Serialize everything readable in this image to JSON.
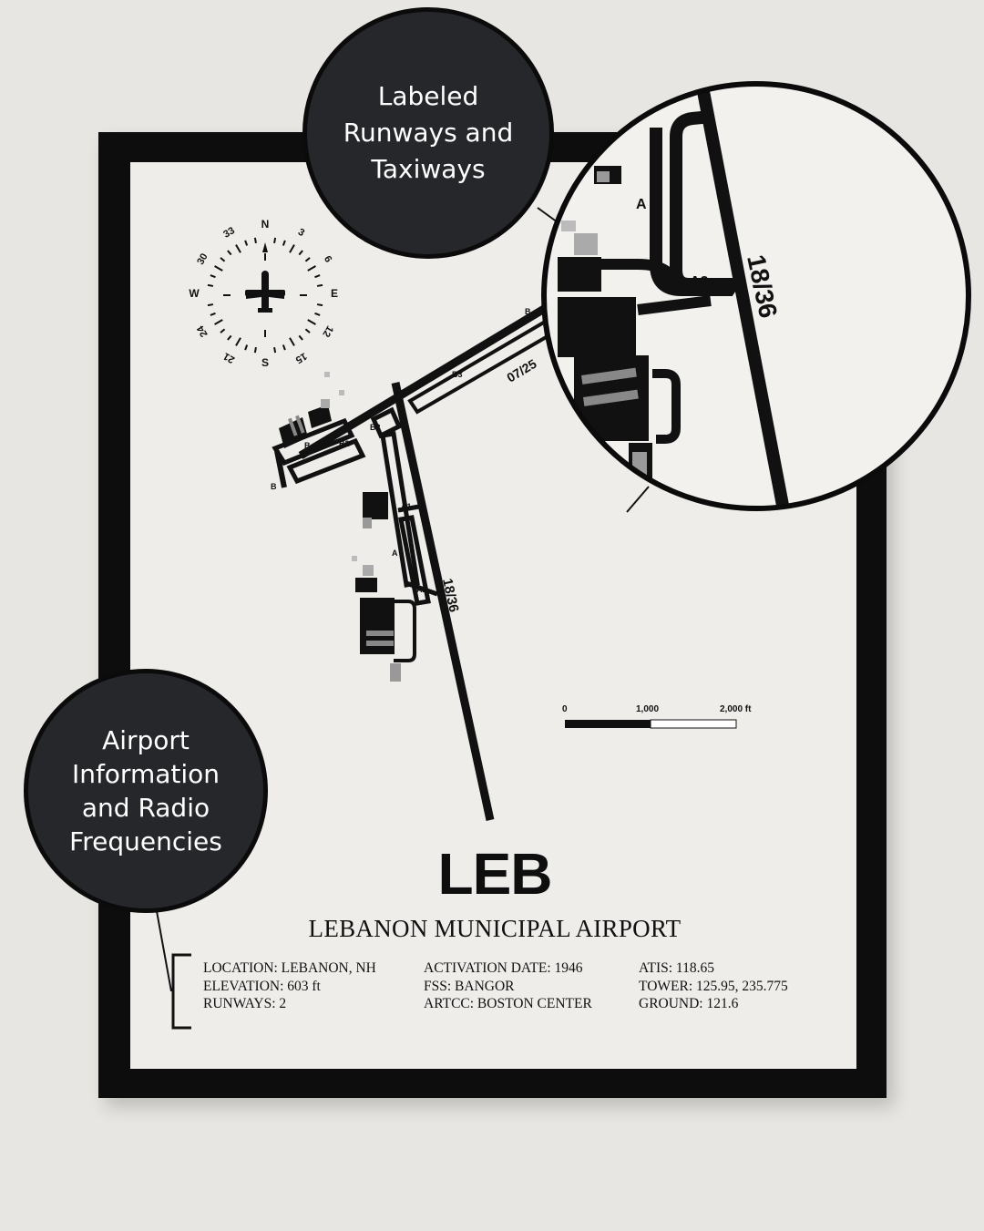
{
  "callouts": {
    "runways": [
      "Labeled",
      "Runways and",
      "Taxiways"
    ],
    "info": [
      "Airport",
      "Information",
      "and Radio",
      "Frequencies"
    ]
  },
  "compass": {
    "N": "N",
    "S": "S",
    "E": "E",
    "W": "W",
    "d3": "3",
    "d6": "6",
    "d12": "12",
    "d15": "15",
    "d21": "21",
    "d24": "24",
    "d30": "30",
    "d33": "33"
  },
  "map_labels": {
    "runway_0725": "07/25",
    "runway_1836": "18/36",
    "b": "B",
    "b2": "B2",
    "b3": "B3",
    "a": "A",
    "a1": "A1",
    "a2": "A2"
  },
  "scale": {
    "s0": "0",
    "s1": "1,000",
    "s2": "2,000 ft"
  },
  "zoom_labels": {
    "a": "A",
    "a2": "A2",
    "runway": "18/36"
  },
  "airport": {
    "code": "LEB",
    "name": "LEBANON MUNICIPAL AIRPORT"
  },
  "info": {
    "col1": [
      "LOCATION: LEBANON, NH",
      "ELEVATION: 603 ft",
      "RUNWAYS: 2"
    ],
    "col2": [
      "ACTIVATION DATE: 1946",
      "FSS: BANGOR",
      "ARTCC: BOSTON CENTER"
    ],
    "col3": [
      "ATIS: 118.65",
      "TOWER: 125.95, 235.775",
      "GROUND: 121.6"
    ]
  }
}
